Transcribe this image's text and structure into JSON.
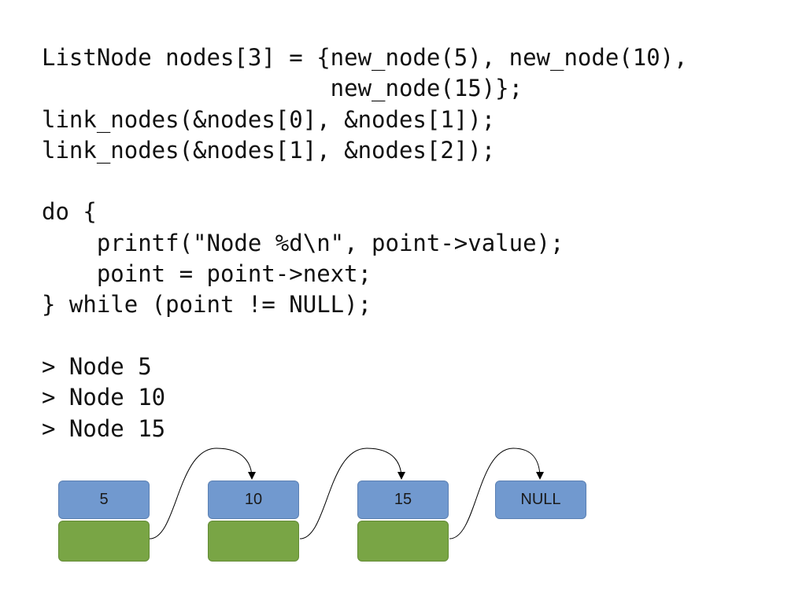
{
  "code": {
    "lines": [
      "ListNode nodes[3] = {new_node(5), new_node(10),",
      "                     new_node(15)};",
      "link_nodes(&nodes[0], &nodes[1]);",
      "link_nodes(&nodes[1], &nodes[2]);",
      "",
      "do {",
      "    printf(\"Node %d\\n\", point->value);",
      "    point = point->next;",
      "} while (point != NULL);",
      "",
      "> Node 5",
      "> Node 10",
      "> Node 15"
    ]
  },
  "diagram": {
    "nodes": [
      {
        "label": "5"
      },
      {
        "label": "10"
      },
      {
        "label": "15"
      },
      {
        "label": "NULL"
      }
    ],
    "colors": {
      "value_box": "#7199cf",
      "next_box": "#79a545",
      "arrow": "#000000"
    }
  }
}
